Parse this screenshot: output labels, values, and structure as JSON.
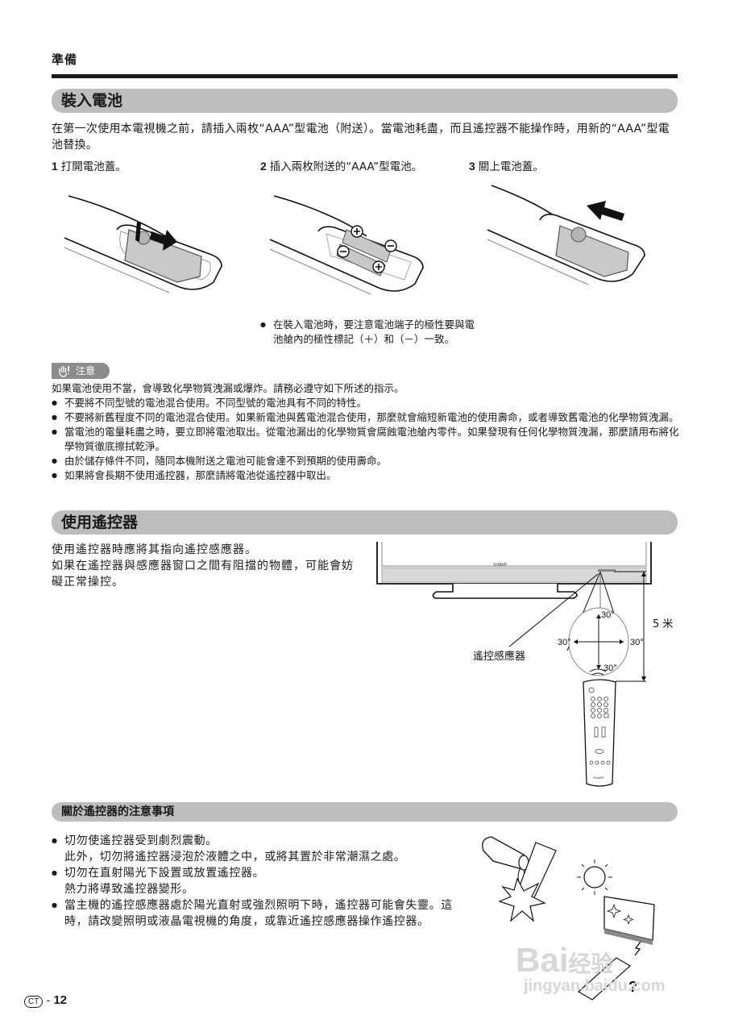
{
  "chapter": "準備",
  "section_batteries": {
    "title": "裝入電池",
    "intro": "在第一次使用本電視機之前，請插入兩枚“AAA”型電池（附送）。當電池耗盡，而且遙控器不能操作時，用新的“AAA”型電池替換。",
    "steps": [
      {
        "num": "1",
        "text": "打開電池蓋。"
      },
      {
        "num": "2",
        "text": "插入兩枚附送的“AAA”型電池。"
      },
      {
        "num": "3",
        "text": "關上電池蓋。"
      }
    ],
    "polarity_note": "在裝入電池時，要注意電池端子的極性要與電池艙內的極性標記（＋）和（－）一致。",
    "polarity_symbols": {
      "plus": "+",
      "minus": "−"
    }
  },
  "caution": {
    "badge": "注意",
    "icon": "hand-warning-icon",
    "intro": "如果電池使用不當，會導致化學物質洩漏或爆炸。請務必遵守如下所述的指示。",
    "items": [
      "不要將不同型號的電池混合使用。不同型號的電池具有不同的特性。",
      "不要將新舊程度不同的電池混合使用。如果新電池與舊電池混合使用，那麼就會縮短新電池的使用壽命，或者導致舊電池的化學物質洩漏。",
      "當電池的電量耗盡之時，要立即將電池取出。從電池漏出的化學物質會腐蝕電池艙內零件。如果發現有任何化學物質洩漏，那麼請用布將化學物質徹底擦拭乾淨。",
      "由於儲存條件不同，隨同本機附送之電池可能會達不到預期的使用壽命。",
      "如果將會長期不使用遙控器，那麼請將電池從遙控器中取出。"
    ]
  },
  "section_remote": {
    "title": "使用遙控器",
    "line1": "使用遙控器時應將其指向遙控感應器。",
    "line2": "如果在遙控器與感應器窗口之間有阻擋的物體，可能會妨礙正常操控。",
    "diagram": {
      "sensor_label": "遙控感應器",
      "distance": "5 米",
      "angle_top": "30°",
      "angle_left": "30°",
      "angle_right": "30°",
      "angle_bottom": "30°",
      "brand": "SHARP"
    }
  },
  "section_precautions": {
    "title": "關於遙控器的注意事項",
    "items": [
      {
        "main": "切勿使遙控器受到劇烈震動。",
        "sub": "此外，切勿將遙控器浸泡於液體之中，或將其置於非常潮濕之處。"
      },
      {
        "main": "切勿在直射陽光下設置或放置遙控器。",
        "sub": "熱力將導致遙控器變形。"
      },
      {
        "main": "當主機的遙控感應器處於陽光直射或強烈照明下時，遙控器可能會失靈。這時，請改變照明或液晶電視機的角度，或靠近遙控感應器操作遙控器。",
        "sub": ""
      }
    ]
  },
  "watermark": {
    "line1": "Bai",
    "line1b": "经验",
    "line2": "jingyan.baidu.com"
  },
  "footer": {
    "lang_badge": "CT",
    "separator": "-",
    "page": "12"
  }
}
